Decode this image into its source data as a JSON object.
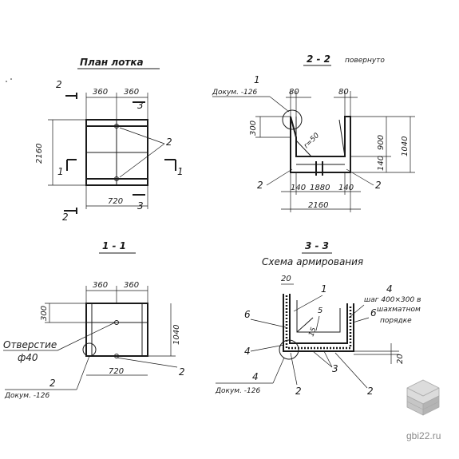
{
  "views": {
    "plan": {
      "title": "План лотка",
      "dim_left": "360",
      "dim_right": "360",
      "dim_height": "2160",
      "dim_bottom": "720",
      "section_a": "2",
      "section_b": "1",
      "section_c": "3",
      "callout": "2"
    },
    "section_2": {
      "title": "2 - 2",
      "subtitle": "повернуто",
      "callout_1": "1",
      "callout_1_doc": "Докум. -126",
      "dim_80_left": "80",
      "dim_80_right": "80",
      "dim_300": "300",
      "dim_r": "r=50",
      "dim_900": "900",
      "dim_1040": "1040",
      "dim_140": "140",
      "dim_140_left": "140",
      "dim_1880": "1880",
      "dim_140_right": "140",
      "dim_2160": "2160",
      "callout_2_left": "2",
      "callout_2_right": "2"
    },
    "section_1": {
      "title": "1 - 1",
      "dim_left": "360",
      "dim_right": "360",
      "dim_300": "300",
      "dim_1040": "1040",
      "hole_label": "Отверстие",
      "hole_size": "ф40",
      "dim_720": "720",
      "callout_2_left": "2",
      "callout_2_doc": "Докум. -126",
      "callout_2_right": "2"
    },
    "section_3": {
      "title": "3 - 3",
      "subtitle": "Схема армирования",
      "dim_20_top": "20",
      "num_1": "1",
      "num_4_top": "4",
      "pitch_note_1": "шаг 400×300 в",
      "pitch_note_2": "шахматном",
      "pitch_note_3": "порядке",
      "num_6_left": "6",
      "num_6_right": "6",
      "num_5": "5",
      "num_15": "15",
      "num_4_left": "4",
      "num_3": "3",
      "dim_20_right": "20",
      "num_4_bottom": "4",
      "num_4_doc": "Докум. -126",
      "num_2_left": "2",
      "num_2_right": "2"
    }
  },
  "watermark": {
    "site": "gbi22.ru"
  }
}
